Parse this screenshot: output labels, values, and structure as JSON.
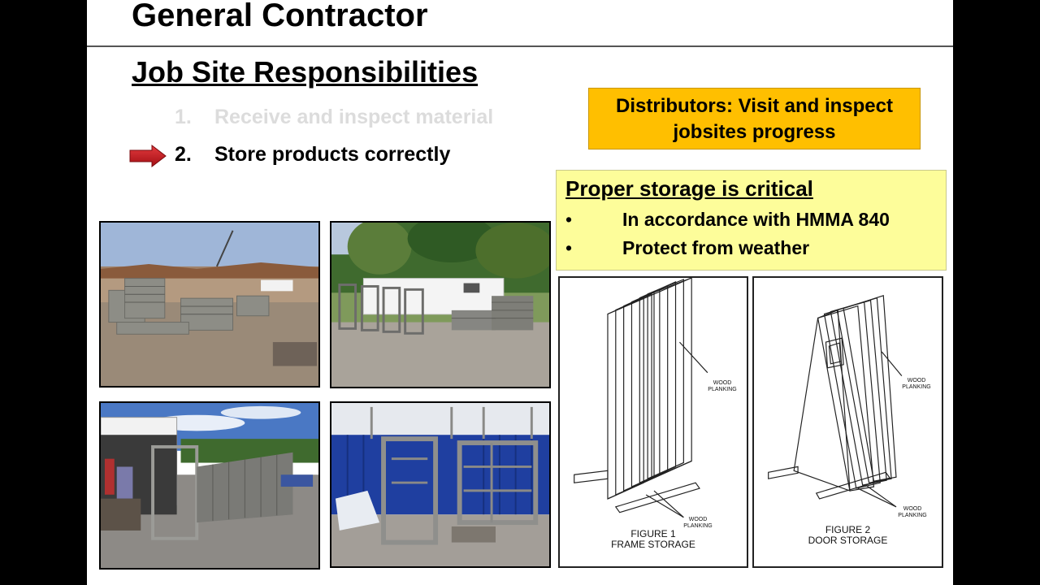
{
  "slide": {
    "title": "General Contractor",
    "subtitle": "Job Site Responsibilities",
    "list": [
      {
        "num": "1.",
        "text": "Receive and inspect material",
        "state": "dimmed"
      },
      {
        "num": "2.",
        "text": "Store products correctly",
        "state": "active"
      }
    ],
    "arrow_color": "#c0161b"
  },
  "callouts": {
    "distributors": {
      "line1": "Distributors: Visit and inspect",
      "line2": "jobsites progress",
      "color": "#ffbf00"
    },
    "storage": {
      "heading": "Proper storage is critical",
      "bullets": [
        {
          "marker": "•",
          "text": "In accordance with HMMA 840"
        },
        {
          "marker": "•",
          "text": "Protect from weather"
        }
      ],
      "color": "#fdfd9a"
    }
  },
  "figures": [
    {
      "caption_line1": "FIGURE 1",
      "caption_line2": "FRAME STORAGE",
      "label_a": "WOOD\nPLANKING",
      "label_b": "WOOD\nPLANKING"
    },
    {
      "caption_line1": "FIGURE 2",
      "caption_line2": "DOOR STORAGE",
      "label_a": "WOOD\nPLANKING",
      "label_b": "WOOD\nPLANKING"
    }
  ],
  "photos": [
    {
      "subject": "stacked frames at construction site"
    },
    {
      "subject": "frames beside trailer"
    },
    {
      "subject": "frames stored at truck"
    },
    {
      "subject": "frames against blue container"
    }
  ]
}
